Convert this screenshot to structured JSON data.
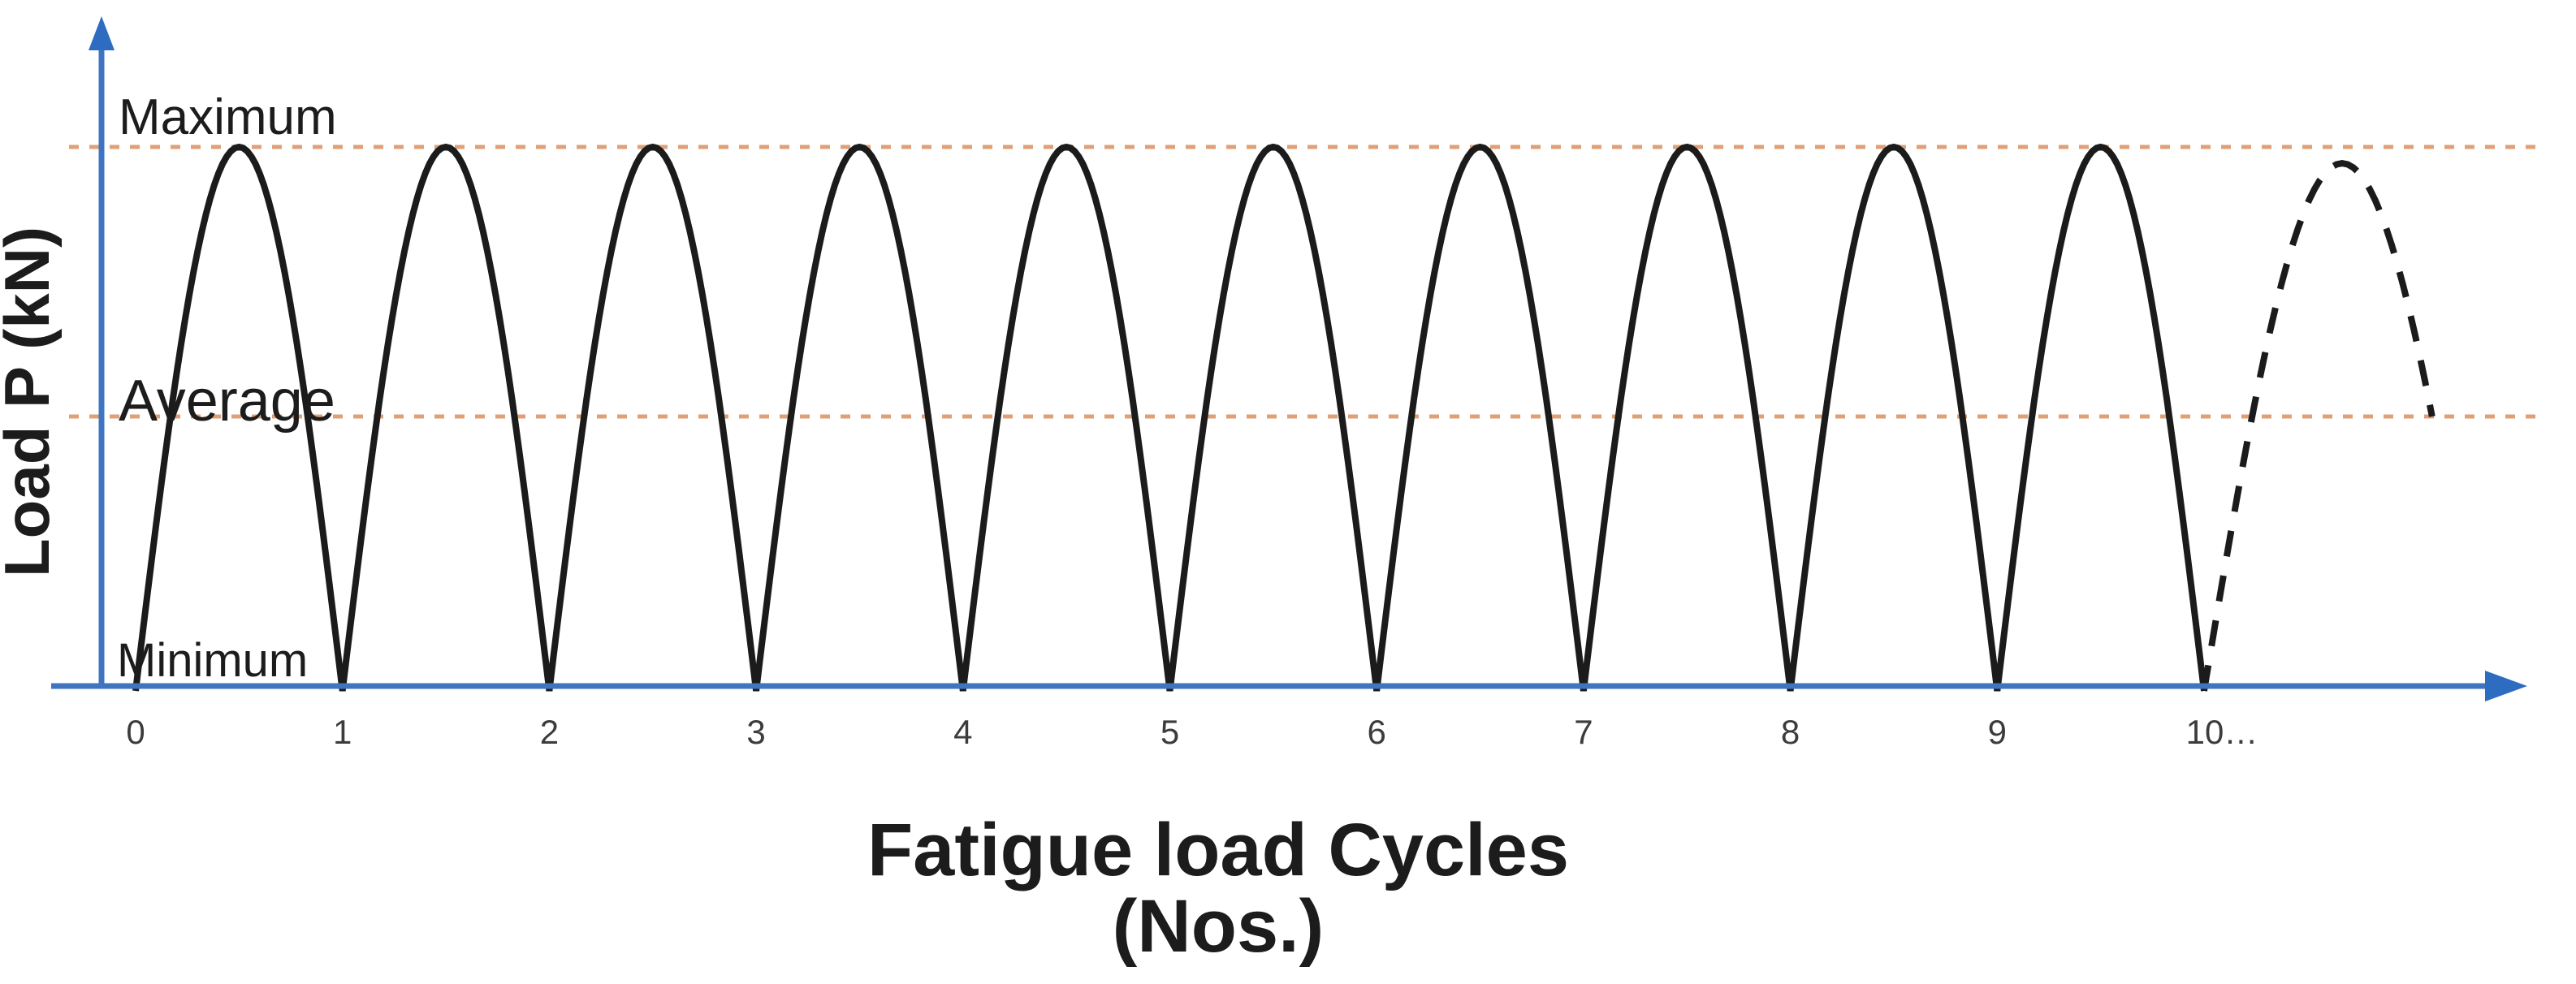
{
  "figure": {
    "background": "#ffffff"
  },
  "chart_data": {
    "type": "line",
    "title": "",
    "ylabel": "Load P (kN)",
    "xlabel": "Fatigue load Cycles (Nos.)",
    "xlabel_lines": [
      "Fatigue load Cycles",
      "(Nos.)"
    ],
    "x_tick_labels": [
      "0",
      "1",
      "2",
      "3",
      "4",
      "5",
      "6",
      "7",
      "8",
      "9",
      "10…"
    ],
    "x_range_cycles": [
      0,
      10
    ],
    "grid": false,
    "legend": "none",
    "reference_levels": [
      {
        "name": "maximum",
        "label": "Maximum",
        "value": 1.0,
        "style": "dashed"
      },
      {
        "name": "average",
        "label": "Average",
        "value": 0.5,
        "style": "dashed"
      },
      {
        "name": "minimum",
        "label": "Minimum",
        "value": 0.0,
        "style": "axis-baseline"
      }
    ],
    "series": [
      {
        "name": "applied fatigue load cycles",
        "style": "solid",
        "waveform": "half-sine arch per cycle",
        "n_cycles": 10,
        "peak_value": 1.0,
        "trough_value": 0.0
      },
      {
        "name": "continuing cycle (projected)",
        "style": "dashed",
        "waveform": "partial half-sine arch",
        "starts_at_cycle": 10,
        "peak_value": 0.97,
        "end_value": 0.5
      }
    ],
    "colors": {
      "axis": "#3e74c0",
      "arrow": "#2e6cc2",
      "reference_line": "#dfa077",
      "curve": "#1b1b1b",
      "text": "#1c1c1c",
      "tick_text": "#3c3c3c"
    }
  }
}
